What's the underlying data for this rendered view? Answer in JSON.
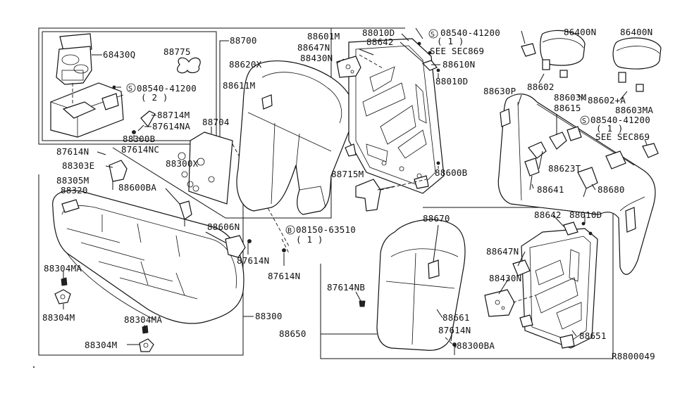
{
  "diagram_id": "R8800049",
  "labels": {
    "l88700": "88700",
    "l68430Q": "68430Q",
    "l88775": "88775",
    "s08540_41200_a": "08540-41200",
    "s08540_41200_a_qty": "( 2 )",
    "l88714M": "88714M",
    "l87614NA": "87614NA",
    "l88300B": "88300B",
    "l87614NC": "87614NC",
    "l88704": "88704",
    "l87614N_a": "87614N",
    "l88303E": "88303E",
    "l88300X": "88300X",
    "l88600BA": "88600BA",
    "l88305M": "88305M",
    "l88320": "88320",
    "l88606N": "88606N",
    "l87614N_b": "87614N",
    "l88304MA_a": "88304MA",
    "l88304M_a": "88304M",
    "l88304MA_b": "88304MA",
    "l88304M_b": "88304M",
    "l88300": "88300",
    "b08150_63510": "08150-63510",
    "b08150_63510_qty": "( 1 )",
    "l87614N_c": "87614N",
    "l88601M": "88601M",
    "l88010D_a": "88010D",
    "l88647N_a": "88647N",
    "l88642_a": "88642",
    "l88430N_a": "88430N",
    "l88620X": "88620X",
    "l88611M": "88611M",
    "l88610N": "88610N",
    "l88010D_b": "88010D",
    "l88715M": "88715M",
    "l88600B": "88600B",
    "s08540_41200_b": "08540-41200",
    "s08540_41200_b_qty": "( 1 )",
    "see_sec869_a": "SEE SEC869",
    "l86400N_a": "86400N",
    "l86400N_b": "86400N",
    "l88630P": "88630P",
    "l88602": "88602",
    "l88603M": "88603M",
    "l88602A": "88602+A",
    "l88615": "88615",
    "l88603MA": "88603MA",
    "s08540_41200_c": "08540-41200",
    "s08540_41200_c_qty": "( 1 )",
    "see_sec869_b": "SEE SEC869",
    "l88623T": "88623T",
    "l88641": "88641",
    "l88680": "88680",
    "l88670": "88670",
    "l88642_b": "88642",
    "l88010D_c": "88010D",
    "l88647N_b": "88647N",
    "l88430N_b": "88430N",
    "l87614NB": "87614NB",
    "l88661": "88661",
    "l88650": "88650",
    "l87614N_d": "87614N",
    "l88300BA": "88300BA",
    "l88651": "88651",
    "sym_s": "S",
    "sym_b": "B"
  },
  "icons": [
    "s-circle-symbol",
    "b-circle-symbol"
  ]
}
